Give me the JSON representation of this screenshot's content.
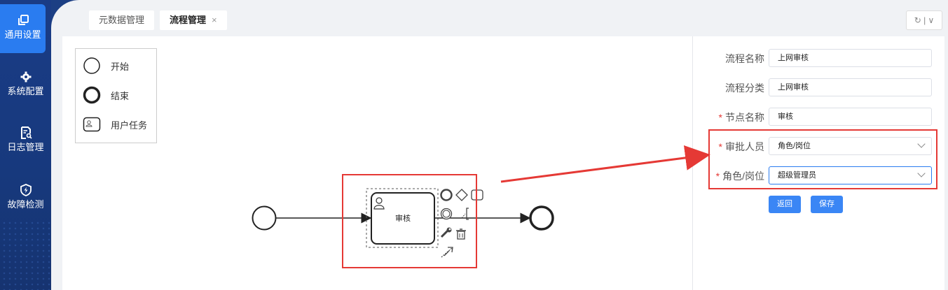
{
  "sidebar": {
    "items": [
      {
        "label": "通用设置",
        "icon": "copy-icon"
      },
      {
        "label": "系统配置",
        "icon": "gear-icon"
      },
      {
        "label": "日志管理",
        "icon": "log-search-icon"
      },
      {
        "label": "故障检测",
        "icon": "shield-bolt-icon"
      }
    ]
  },
  "tabs": [
    {
      "label": "元数据管理"
    },
    {
      "label": "流程管理",
      "close": "×"
    }
  ],
  "tab_tools": "↻ | ∨",
  "palette": {
    "items": [
      {
        "label": "开始",
        "icon": "start-event-icon"
      },
      {
        "label": "结束",
        "icon": "end-event-icon"
      },
      {
        "label": "用户任务",
        "icon": "user-task-icon"
      }
    ]
  },
  "diagram": {
    "task_label": "审核"
  },
  "form": {
    "process_name_label": "流程名称",
    "process_name_value": "上网审核",
    "process_category_label": "流程分类",
    "process_category_value": "上网审核",
    "node_name_label": "节点名称",
    "node_name_value": "审核",
    "approver_label": "审批人员",
    "approver_value": "角色/岗位",
    "role_label": "角色/岗位",
    "role_value": "超级管理员",
    "required_mark": "*"
  },
  "buttons": {
    "back": "返回",
    "save": "保存"
  },
  "colors": {
    "accent": "#2a7cf0",
    "highlight": "#e53935",
    "sidebar": "#1a3c86"
  }
}
